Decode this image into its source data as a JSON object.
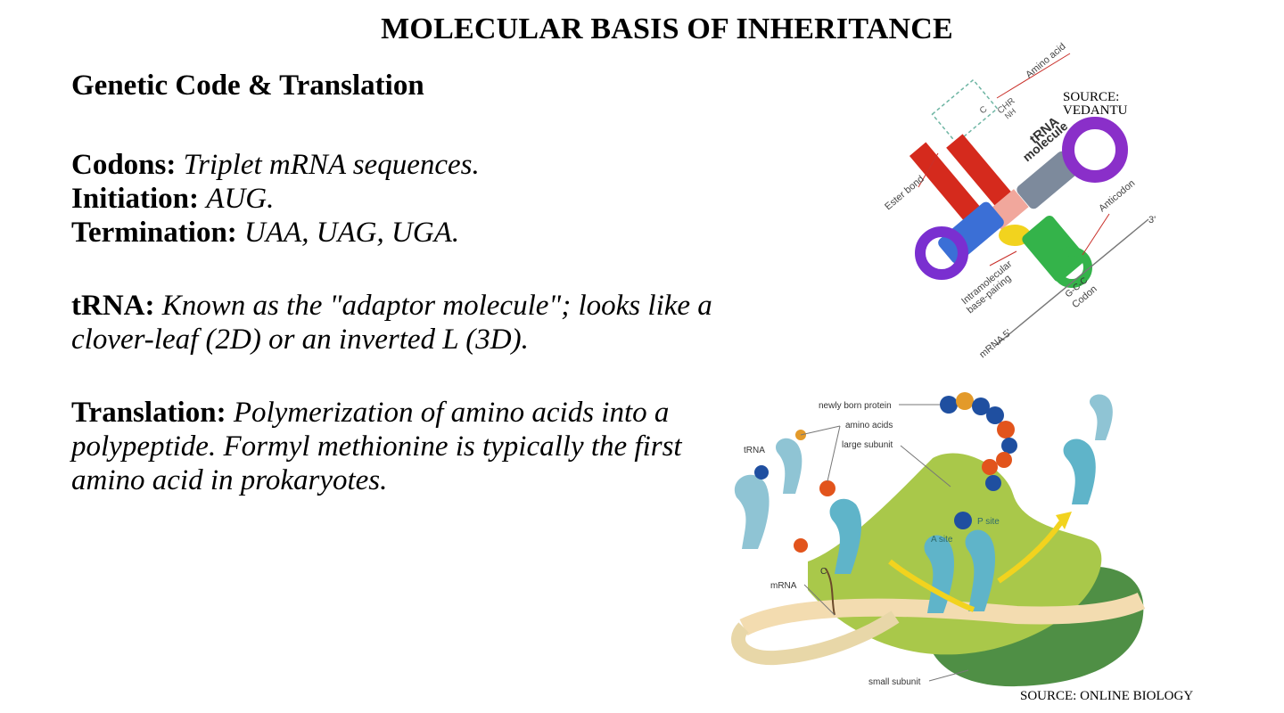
{
  "slide": {
    "title": "MOLECULAR BASIS OF INHERITANCE",
    "subtitle": "Genetic Code & Translation"
  },
  "content": {
    "codons": {
      "term": "Codons:",
      "desc": "Triplet mRNA sequences."
    },
    "initiation": {
      "term": "Initiation:",
      "desc": "AUG."
    },
    "termination": {
      "term": "Termination:",
      "desc": "UAA, UAG, UGA."
    },
    "trna": {
      "term": "tRNA:",
      "desc": "Known as the \"adaptor molecule\"; looks like a clover-leaf (2D) or an inverted L (3D)."
    },
    "translation": {
      "term": "Translation:",
      "desc": "Polymerization of amino acids into a polypeptide. Formyl methionine is typically the first amino acid in prokaryotes."
    }
  },
  "trna_figure": {
    "labels": {
      "amino_acid": "Amino acid",
      "trna_title_1": "tRNA",
      "trna_title_2": "molecule",
      "ester_bond": "Ester bond",
      "anticodon": "Anticodon",
      "intramolecular_1": "Intramolecular",
      "intramolecular_2": "base-pairing",
      "codon": "Codon",
      "codon_bases": "G-C-C",
      "mrna": "mRNA 5'",
      "three_prime": "3'",
      "chr": "CHR",
      "nh2": "NH",
      "c_atom": "C"
    },
    "source": [
      "SOURCE:",
      "VEDANTU"
    ],
    "colors": {
      "acceptor": "#d52a1d",
      "loop_right": "#8a2fc9",
      "loop_left": "#7a2fd0",
      "stem_left": "#3b6fd6",
      "green": "#34b34a",
      "yellow": "#f2d31e",
      "grey": "#7d8a9c",
      "pink": "#f1a79c"
    }
  },
  "ribosome_figure": {
    "labels": {
      "newly_born_protein": "newly born protein",
      "amino_acids": "amino acids",
      "large_subunit": "large subunit",
      "trna": "tRNA",
      "p_site": "P site",
      "a_site": "A site",
      "mrna": "mRNA",
      "small_subunit": "small subunit",
      "c_end": "C"
    },
    "source": "SOURCE: ONLINE BIOLOGY",
    "colors": {
      "large_subunit": "#a9c84a",
      "small_subunit": "#4f8f45",
      "trna": "#5fb4c9",
      "protein_blue": "#1f4fa0",
      "protein_orange": "#e2541c"
    }
  }
}
